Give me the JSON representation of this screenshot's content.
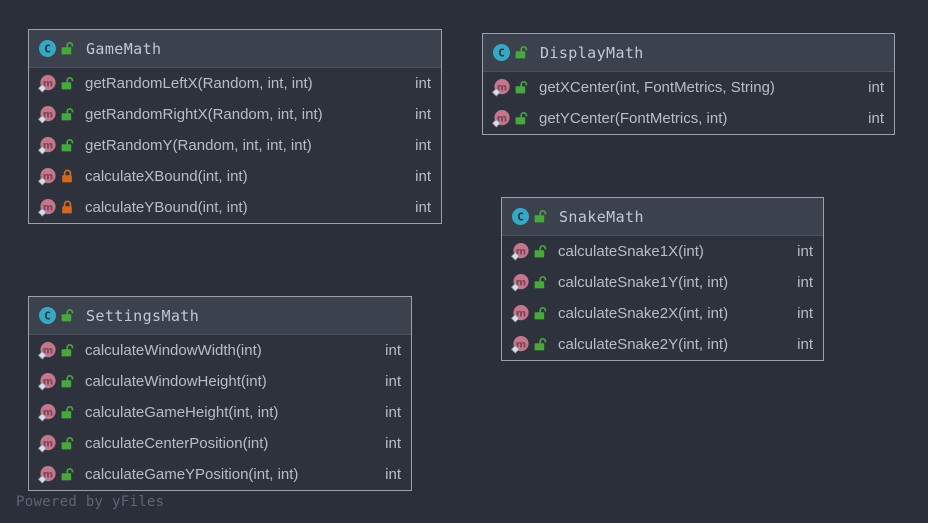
{
  "canvas": {
    "background_color": "#2b2f3a",
    "watermark": "Powered by yFiles"
  },
  "palette": {
    "card_background": "#2e323d",
    "card_header_background": "#3c414e",
    "card_border": "#9aa1ad",
    "text": "#b8bec9",
    "class_icon_color": "#37a8c4",
    "method_icon_color": "#c4768a",
    "public_lock_color": "#47a83c",
    "private_lock_color": "#d3691e"
  },
  "classes": [
    {
      "id": "game-math",
      "name": "GameMath",
      "icon": "class-icon",
      "visibility": "public",
      "visibility_icon": "unlocked-padlock-icon",
      "members": [
        {
          "signature": "getRandomLeftX(Random, int, int)",
          "return_type": "int",
          "visibility": "public",
          "icon": "method-icon",
          "visibility_icon": "unlocked-padlock-icon"
        },
        {
          "signature": "getRandomRightX(Random, int, int)",
          "return_type": "int",
          "visibility": "public",
          "icon": "method-icon",
          "visibility_icon": "unlocked-padlock-icon"
        },
        {
          "signature": "getRandomY(Random, int, int, int)",
          "return_type": "int",
          "visibility": "public",
          "icon": "method-icon",
          "visibility_icon": "unlocked-padlock-icon"
        },
        {
          "signature": "calculateXBound(int, int)",
          "return_type": "int",
          "visibility": "private",
          "icon": "method-icon",
          "visibility_icon": "locked-padlock-icon"
        },
        {
          "signature": "calculateYBound(int, int)",
          "return_type": "int",
          "visibility": "private",
          "icon": "method-icon",
          "visibility_icon": "locked-padlock-icon"
        }
      ]
    },
    {
      "id": "display-math",
      "name": "DisplayMath",
      "icon": "class-icon",
      "visibility": "public",
      "visibility_icon": "unlocked-padlock-icon",
      "members": [
        {
          "signature": "getXCenter(int, FontMetrics, String)",
          "return_type": "int",
          "visibility": "public",
          "icon": "method-icon",
          "visibility_icon": "unlocked-padlock-icon"
        },
        {
          "signature": "getYCenter(FontMetrics, int)",
          "return_type": "int",
          "visibility": "public",
          "icon": "method-icon",
          "visibility_icon": "unlocked-padlock-icon"
        }
      ]
    },
    {
      "id": "snake-math",
      "name": "SnakeMath",
      "icon": "class-icon",
      "visibility": "public",
      "visibility_icon": "unlocked-padlock-icon",
      "members": [
        {
          "signature": "calculateSnake1X(int)",
          "return_type": "int",
          "visibility": "public",
          "icon": "method-icon",
          "visibility_icon": "unlocked-padlock-icon"
        },
        {
          "signature": "calculateSnake1Y(int, int)",
          "return_type": "int",
          "visibility": "public",
          "icon": "method-icon",
          "visibility_icon": "unlocked-padlock-icon"
        },
        {
          "signature": "calculateSnake2X(int, int)",
          "return_type": "int",
          "visibility": "public",
          "icon": "method-icon",
          "visibility_icon": "unlocked-padlock-icon"
        },
        {
          "signature": "calculateSnake2Y(int, int)",
          "return_type": "int",
          "visibility": "public",
          "icon": "method-icon",
          "visibility_icon": "unlocked-padlock-icon"
        }
      ]
    },
    {
      "id": "settings-math",
      "name": "SettingsMath",
      "icon": "class-icon",
      "visibility": "public",
      "visibility_icon": "unlocked-padlock-icon",
      "members": [
        {
          "signature": "calculateWindowWidth(int)",
          "return_type": "int",
          "visibility": "public",
          "icon": "method-icon",
          "visibility_icon": "unlocked-padlock-icon"
        },
        {
          "signature": "calculateWindowHeight(int)",
          "return_type": "int",
          "visibility": "public",
          "icon": "method-icon",
          "visibility_icon": "unlocked-padlock-icon"
        },
        {
          "signature": "calculateGameHeight(int, int)",
          "return_type": "int",
          "visibility": "public",
          "icon": "method-icon",
          "visibility_icon": "unlocked-padlock-icon"
        },
        {
          "signature": "calculateCenterPosition(int)",
          "return_type": "int",
          "visibility": "public",
          "icon": "method-icon",
          "visibility_icon": "unlocked-padlock-icon"
        },
        {
          "signature": "calculateGameYPosition(int, int)",
          "return_type": "int",
          "visibility": "public",
          "icon": "method-icon",
          "visibility_icon": "unlocked-padlock-icon"
        }
      ]
    }
  ]
}
